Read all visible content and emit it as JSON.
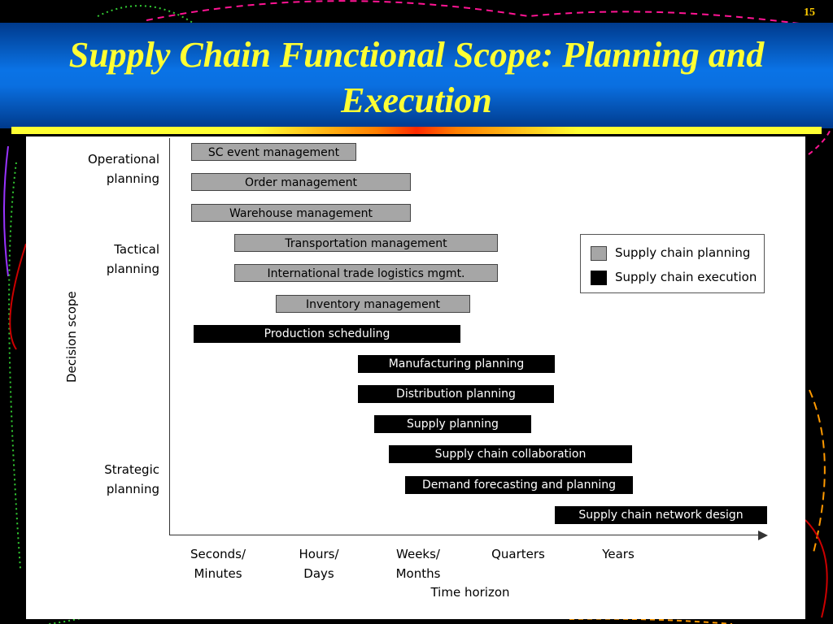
{
  "slide": {
    "title": "Supply Chain Functional Scope: Planning and Execution",
    "number": "15"
  },
  "diagram": {
    "y_axis_title": "Decision scope",
    "y_levels": [
      "Operational\nplanning",
      "Tactical\nplanning",
      "Strategic\nplanning"
    ],
    "x_axis_title": "Time horizon",
    "x_ticks": [
      "Seconds/\nMinutes",
      "Hours/\nDays",
      "Weeks/\nMonths",
      "Quarters",
      "Years"
    ],
    "legend": [
      {
        "label": "Supply chain planning",
        "kind": "planning"
      },
      {
        "label": "Supply chain execution",
        "kind": "execution"
      }
    ],
    "colors": {
      "planning": "#a6a6a6",
      "execution": "#000000"
    },
    "functions": [
      {
        "label": "SC event management",
        "kind": "planning"
      },
      {
        "label": "Order management",
        "kind": "planning"
      },
      {
        "label": "Warehouse management",
        "kind": "planning"
      },
      {
        "label": "Transportation management",
        "kind": "planning"
      },
      {
        "label": "International trade logistics mgmt.",
        "kind": "planning"
      },
      {
        "label": "Inventory management",
        "kind": "planning"
      },
      {
        "label": "Production scheduling",
        "kind": "execution"
      },
      {
        "label": "Manufacturing planning",
        "kind": "execution"
      },
      {
        "label": "Distribution planning",
        "kind": "execution"
      },
      {
        "label": "Supply planning",
        "kind": "execution"
      },
      {
        "label": "Supply chain collaboration",
        "kind": "execution"
      },
      {
        "label": "Demand forecasting and planning",
        "kind": "execution"
      },
      {
        "label": "Supply chain network design",
        "kind": "execution"
      }
    ]
  }
}
